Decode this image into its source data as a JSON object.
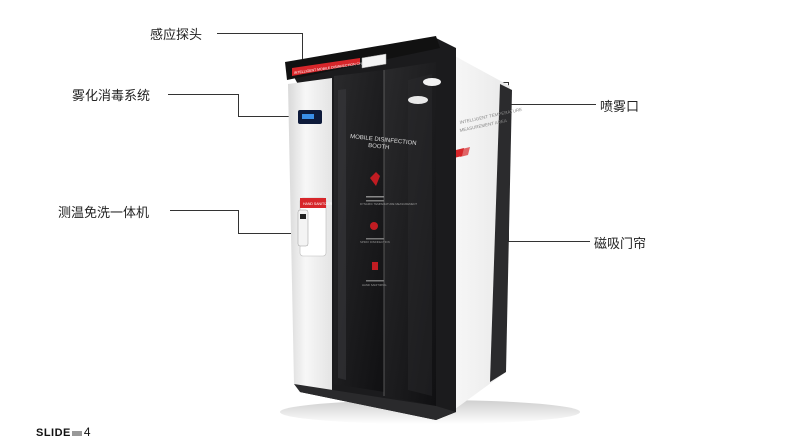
{
  "callouts": {
    "sensor_head": "感应探头",
    "atomizer": "雾化消毒系统",
    "thermometer": "测温免洗一体机",
    "nozzle": "喷雾口",
    "magnetic_curtain": "磁吸门帘"
  },
  "booth": {
    "header_banner": "INTELLIGENT MOBILE DISINFECTION CHANNEL",
    "door_title_line1": "MOBILE DISINFECTION",
    "door_title_line2": "BOOTH",
    "side_panel_line1": "INTELLIGENT TEMPERATURE",
    "side_panel_line2": "MEASUREMENT AREA",
    "sanitizer_label": "HAND SANITIZER",
    "step_text_1": "DYNAMIC TEMPERATURE MEASUREMENT",
    "step_text_2": "SPRAY DISINFECTION",
    "step_text_3": "HAND SANITIZING"
  },
  "footer": {
    "slide_label": "SLIDE",
    "slide_number": "4"
  },
  "colors": {
    "accent_red": "#d7262a",
    "booth_dark": "#1b1b1d",
    "panel_white": "#f2f2f2"
  }
}
